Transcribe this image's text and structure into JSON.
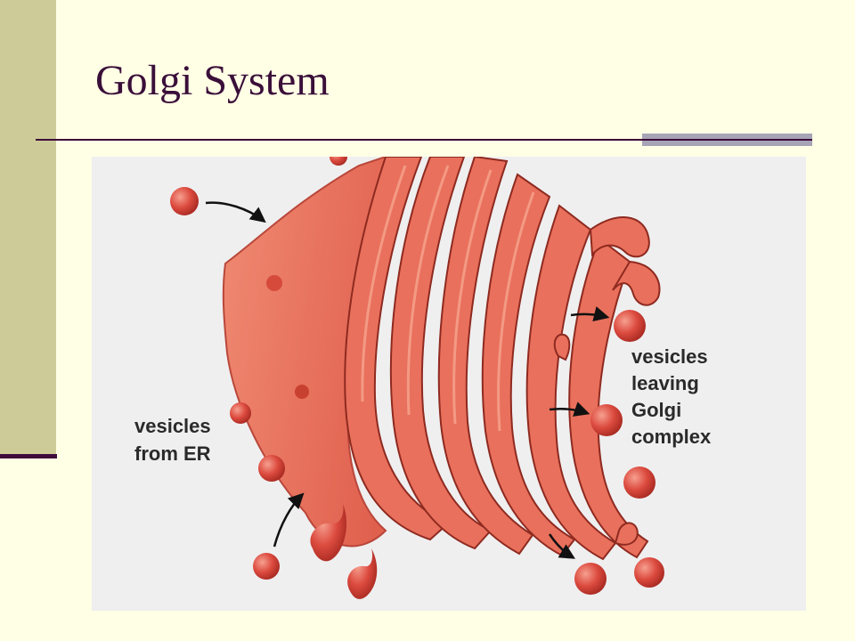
{
  "slide": {
    "title": "Golgi System"
  },
  "figure": {
    "label_vesicles_from_er": [
      "vesicles",
      "from ER"
    ],
    "label_vesicles_leaving": [
      "vesicles",
      "leaving",
      "Golgi",
      "complex"
    ]
  },
  "colors": {
    "background": "#ffffe5",
    "sidebar": "#cdcc99",
    "accent_dark": "#3d0a3a",
    "title_text": "#3a0f3a",
    "golgi_fill": "#e8705e",
    "golgi_dark": "#9c2f24",
    "vesicle": "#d9443b"
  }
}
